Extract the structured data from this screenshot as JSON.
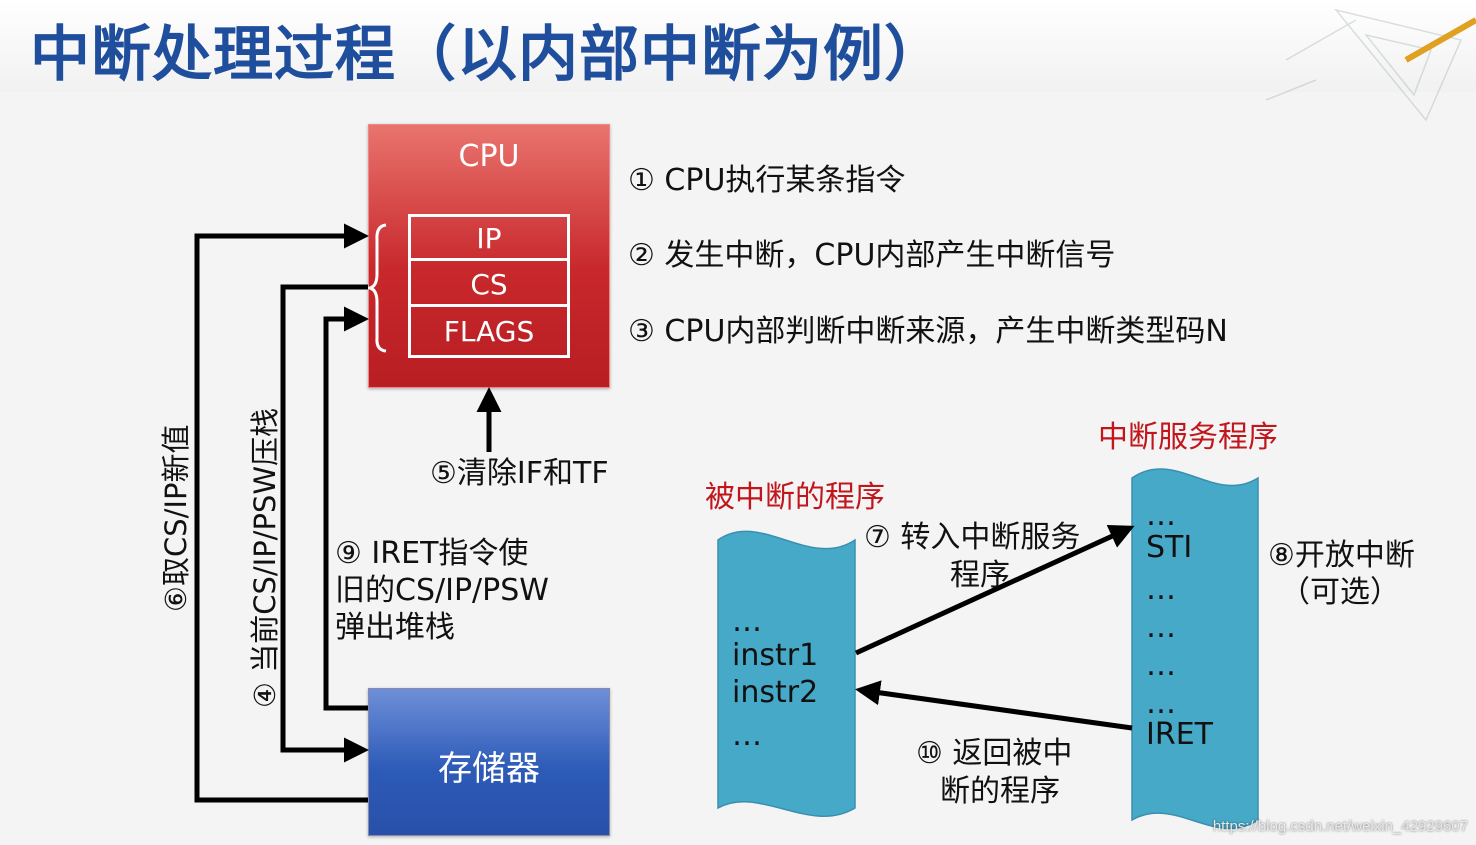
{
  "title": "中断处理过程（以内部中断为例）",
  "cpu": {
    "label": "CPU",
    "registers": [
      "IP",
      "CS",
      "FLAGS"
    ]
  },
  "memory": {
    "label": "存储器"
  },
  "steps": {
    "s1": "① CPU执行某条指令",
    "s2": "② 发生中断，CPU内部产生中断信号",
    "s3": "③ CPU内部判断中断来源，产生中断类型码N",
    "s4": "④ 当前CS/IP/PSW压栈",
    "s5": "⑤清除IF和TF",
    "s6": "⑥取CS/IP新值",
    "s7_line1": "⑦  转入中断服务",
    "s7_line2": "程序",
    "s8_line1": "⑧开放中断",
    "s8_line2": "（可选）",
    "s9_line1": "⑨ IRET指令使",
    "s9_line2": "旧的CS/IP/PSW",
    "s9_line3": "弹出堆栈",
    "s10_line1": "⑩  返回被中",
    "s10_line2": "断的程序"
  },
  "interrupted_program": {
    "title": "被中断的程序",
    "lines": [
      "…",
      "instr1",
      "instr2",
      "…"
    ]
  },
  "isr": {
    "title": "中断服务程序",
    "lines": [
      "…",
      "STI",
      "…",
      "…",
      "…",
      "…",
      "IRET"
    ]
  },
  "watermark": "https://blog.csdn.net/weixin_42929607",
  "colors": {
    "title": "#1f4e9c",
    "cpu_box": "#c8282c",
    "memory_box": "#2d5bb8",
    "program_fill": "#47a9c8",
    "heading_red": "#c0161c"
  }
}
